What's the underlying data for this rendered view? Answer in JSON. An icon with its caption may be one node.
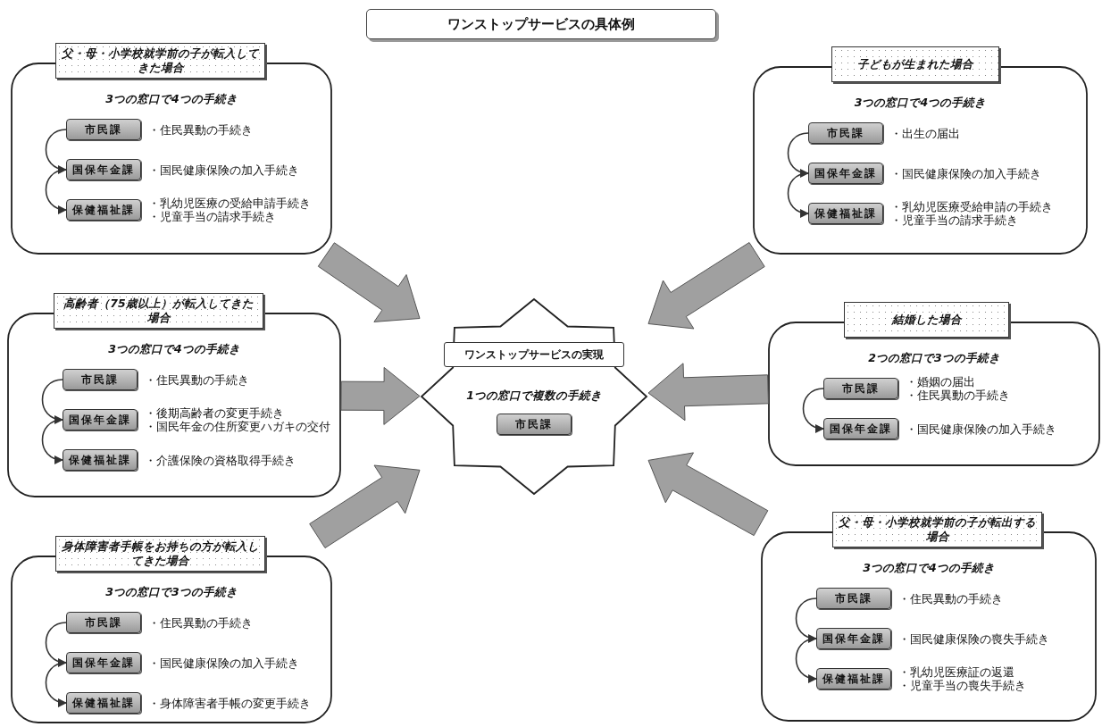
{
  "diagram": {
    "title": "ワンストップサービスの具体例",
    "nodes": [
      {
        "text": [
          "父・母・小学校就学前の子が転入してきた場合",
          "3つの窓口で4つの手続き"
        ]
      },
      {
        "text": [
          "市民課"
        ],
        "in": 0,
        "beside": [
          "・住民異動の手続き"
        ]
      },
      {
        "text": [
          "国保年金課"
        ],
        "in": 0,
        "beside": [
          "・国民健康保険の加入手続き"
        ]
      },
      {
        "text": [
          "保健福祉課"
        ],
        "in": 0,
        "beside": [
          "・乳幼児医療の受給申請手続き",
          "・児童手当の請求手続き"
        ]
      },
      {
        "text": [
          "子どもが生まれた場合",
          "3つの窓口で4つの手続き"
        ]
      },
      {
        "text": [
          "市民課"
        ],
        "in": 4,
        "beside": [
          "・出生の届出"
        ]
      },
      {
        "text": [
          "国保年金課"
        ],
        "in": 4,
        "beside": [
          "・国民健康保険の加入手続き"
        ]
      },
      {
        "text": [
          "保健福祉課"
        ],
        "in": 4,
        "beside": [
          "・乳幼児医療受給申請の手続き",
          "・児童手当の請求手続き"
        ]
      },
      {
        "text": [
          "高齢者（75歳以上）が転入してきた場合",
          "3つの窓口で4つの手続き"
        ]
      },
      {
        "text": [
          "市民課"
        ],
        "in": 8,
        "beside": [
          "・住民異動の手続き"
        ]
      },
      {
        "text": [
          "国保年金課"
        ],
        "in": 8,
        "beside": [
          "・後期高齢者の変更手続き",
          "・国民年金の住所変更ハガキの交付"
        ]
      },
      {
        "text": [
          "保健福祉課"
        ],
        "in": 8,
        "beside": [
          "・介護保険の資格取得手続き"
        ]
      },
      {
        "text": [
          "ワンストップサービスの実現",
          "1つの窓口で複数の手続き"
        ]
      },
      {
        "text": [
          "市民課"
        ],
        "in": 12
      },
      {
        "text": [
          "結婚した場合",
          "2つの窓口で3つの手続き"
        ]
      },
      {
        "text": [
          "市民課"
        ],
        "in": 14,
        "beside": [
          "・婚姻の届出",
          "・住民異動の手続き"
        ]
      },
      {
        "text": [
          "国保年金課"
        ],
        "in": 14,
        "beside": [
          "・国民健康保険の加入手続き"
        ]
      },
      {
        "text": [
          "身体障害者手帳をお持ちの方が転入してきた場合",
          "3つの窓口で3つの手続き"
        ]
      },
      {
        "text": [
          "市民課"
        ],
        "in": 17,
        "beside": [
          "・住民異動の手続き"
        ]
      },
      {
        "text": [
          "国保年金課"
        ],
        "in": 17,
        "beside": [
          "・国民健康保険の加入手続き"
        ]
      },
      {
        "text": [
          "保健福祉課"
        ],
        "in": 17,
        "beside": [
          "・身体障害者手帳の変更手続き"
        ]
      },
      {
        "text": [
          "父・母・小学校就学前の子が転出する場合",
          "3つの窓口で4つの手続き"
        ]
      },
      {
        "text": [
          "市民課"
        ],
        "in": 21,
        "beside": [
          "・住民異動の手続き"
        ]
      },
      {
        "text": [
          "国保年金課"
        ],
        "in": 21,
        "beside": [
          "・国民健康保険の喪失手続き"
        ]
      },
      {
        "text": [
          "保健福祉課"
        ],
        "in": 21,
        "beside": [
          "・乳幼児医療証の返還",
          "・児童手当の喪失手続き"
        ]
      }
    ],
    "edges": [
      {
        "from": 1,
        "to": 2,
        "arrow": "to"
      },
      {
        "from": 2,
        "to": 3,
        "arrow": "to"
      },
      {
        "from": 5,
        "to": 6,
        "arrow": "to"
      },
      {
        "from": 6,
        "to": 7,
        "arrow": "to"
      },
      {
        "from": 9,
        "to": 10,
        "arrow": "to"
      },
      {
        "from": 10,
        "to": 11,
        "arrow": "to"
      },
      {
        "from": 15,
        "to": 16,
        "arrow": "to"
      },
      {
        "from": 18,
        "to": 19,
        "arrow": "to"
      },
      {
        "from": 19,
        "to": 20,
        "arrow": "to"
      },
      {
        "from": 22,
        "to": 23,
        "arrow": "to"
      },
      {
        "from": 23,
        "to": 24,
        "arrow": "to"
      },
      {
        "from": 0,
        "to": 12,
        "arrow": "to",
        "style": "thick",
        "color": "#a0a0a0"
      },
      {
        "from": 4,
        "to": 12,
        "arrow": "to",
        "style": "thick",
        "color": "#a0a0a0"
      },
      {
        "from": 8,
        "to": 12,
        "arrow": "to",
        "style": "thick",
        "color": "#a0a0a0"
      },
      {
        "from": 14,
        "to": 12,
        "arrow": "to",
        "style": "thick",
        "color": "#a0a0a0"
      },
      {
        "from": 17,
        "to": 12,
        "arrow": "to",
        "style": "thick",
        "color": "#a0a0a0"
      },
      {
        "from": 21,
        "to": 12,
        "arrow": "to",
        "style": "thick",
        "color": "#a0a0a0"
      }
    ]
  }
}
